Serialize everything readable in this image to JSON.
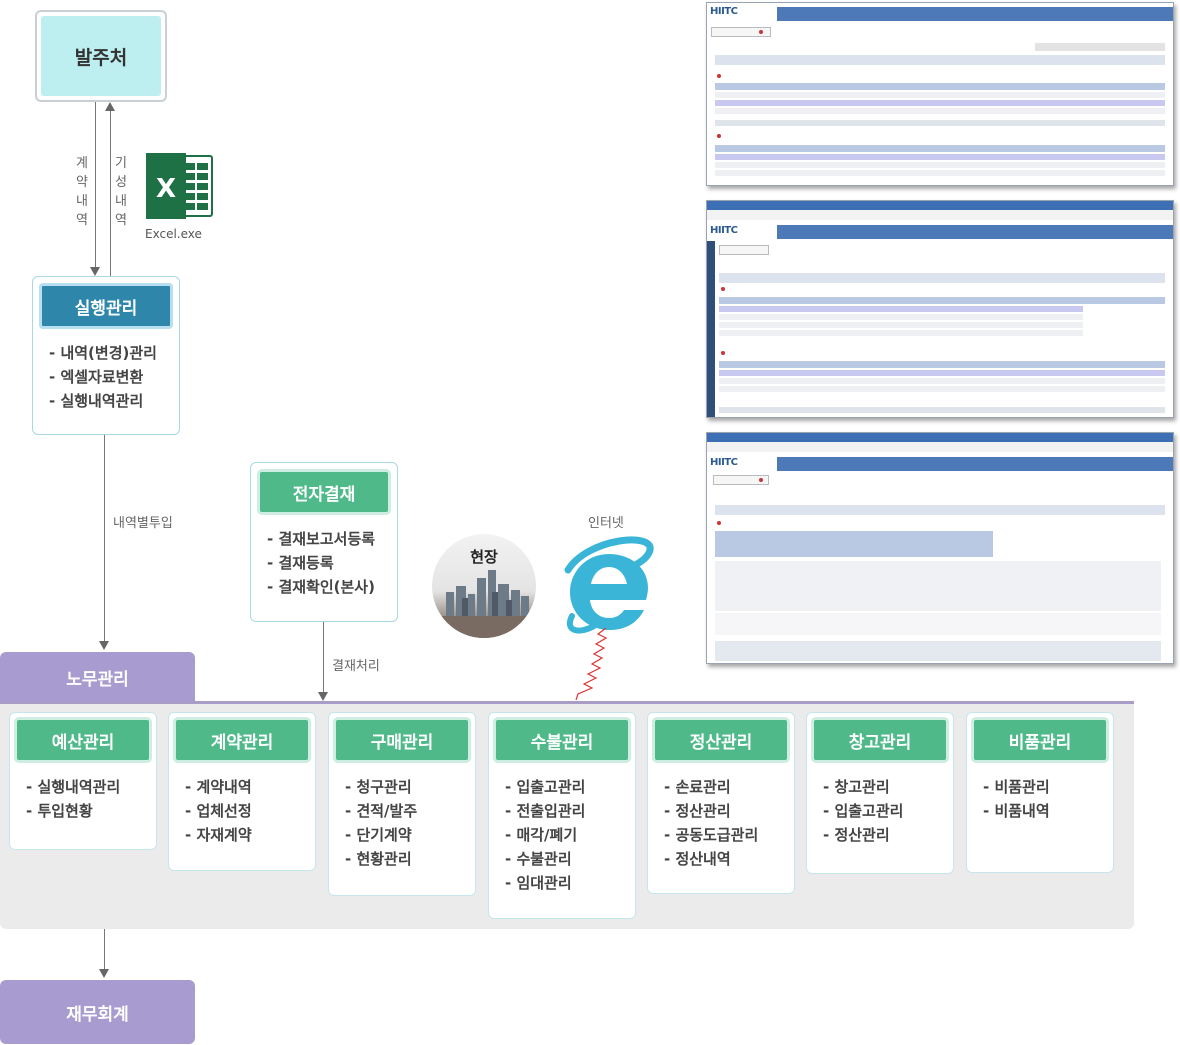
{
  "client": {
    "label": "발주처"
  },
  "contract_history": {
    "label": "계약내역"
  },
  "progress_history": {
    "label": "기성내역"
  },
  "excel": {
    "caption": "Excel.exe",
    "icon": "excel-icon",
    "color": "#1e7145"
  },
  "execution": {
    "title": "실행관리",
    "items": [
      "- 내역(변경)관리",
      "- 엑셀자료변환",
      "- 실행내역관리"
    ]
  },
  "flow_input": {
    "label": "내역별투입"
  },
  "approval": {
    "title": "전자결재",
    "items": [
      "- 결재보고서등록",
      "- 결재등록",
      "- 결재확인(본사)"
    ]
  },
  "flow_approval": {
    "label": "결재처리"
  },
  "site": {
    "label": "현장"
  },
  "internet": {
    "label": "인터넷",
    "icon": "internet-explorer-icon",
    "color": "#3ab5d8"
  },
  "labor": {
    "label": "노무관리"
  },
  "modules": [
    {
      "title": "예산관리",
      "items": [
        "- 실행내역관리",
        "- 투입현황"
      ]
    },
    {
      "title": "계약관리",
      "items": [
        "- 계약내역",
        "- 업체선정",
        "- 자재계약"
      ]
    },
    {
      "title": "구매관리",
      "items": [
        "- 청구관리",
        "- 견적/발주",
        "- 단기계약",
        "- 현황관리"
      ]
    },
    {
      "title": "수불관리",
      "items": [
        "- 입출고관리",
        "- 전출입관리",
        "- 매각/폐기",
        "- 수불관리",
        "- 임대관리"
      ]
    },
    {
      "title": "정산관리",
      "items": [
        "- 손료관리",
        "- 정산관리",
        "- 공동도급관리",
        "- 정산내역"
      ]
    },
    {
      "title": "창고관리",
      "items": [
        "- 창고관리",
        "- 입출고관리",
        "- 정산관리"
      ]
    },
    {
      "title": "비품관리",
      "items": [
        "- 비품관리",
        "- 비품내역"
      ]
    }
  ],
  "finance": {
    "label": "재무회계"
  },
  "screenshots": {
    "logo": "HIITC"
  },
  "colors": {
    "client_bg": "#bdeef0",
    "execution_head": "#2e86ab",
    "module_head": "#4fb98a",
    "purple": "#a89bd0",
    "gray_area": "#ebebeb"
  }
}
